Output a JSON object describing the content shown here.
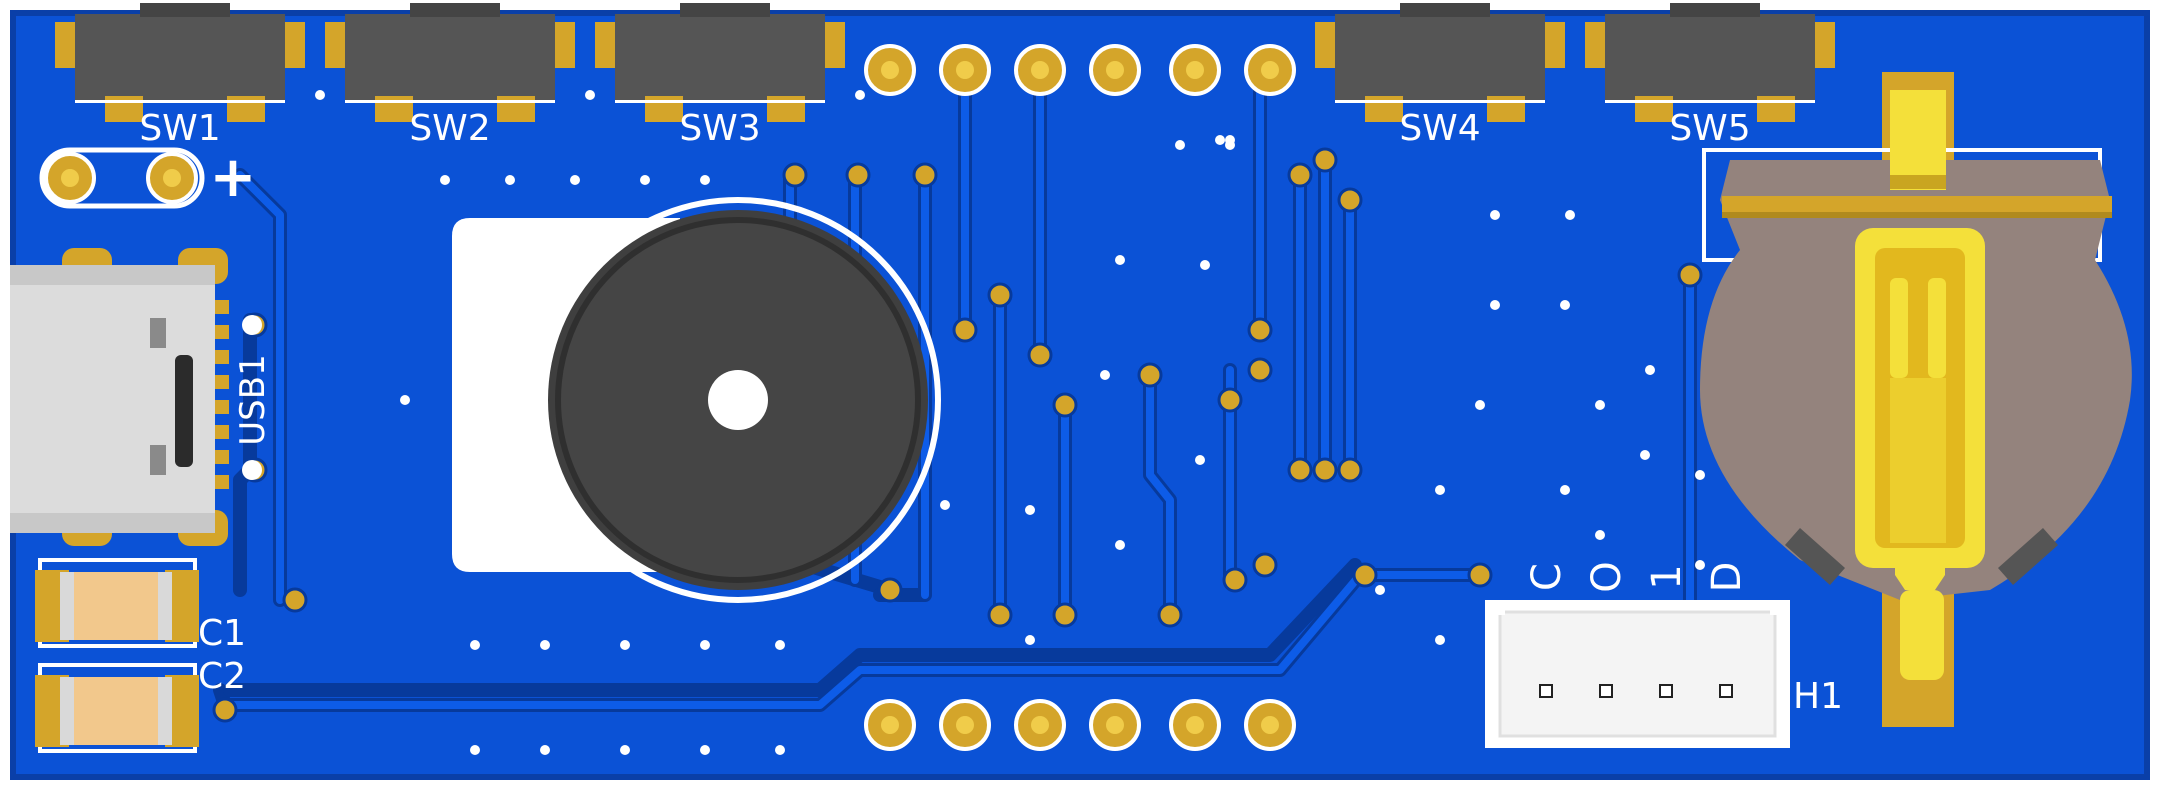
{
  "board": {
    "colors": {
      "substrate": "#0a3fa8",
      "copper_pour": "#0b52d6",
      "trace": "#0a45b8",
      "trace_edge": "#073a9c",
      "pad_gold": "#d4a52a",
      "pad_gold_light": "#f0cc4a",
      "silkscreen": "#ffffff",
      "switch_body": "#555555",
      "buzzer_body": "#3f3f3f",
      "battery_holder": "#94837d",
      "battery_clip": "#f4e03a",
      "capacitor": "#f2c88c",
      "usb_metal": "#d8d8d8"
    }
  },
  "switches": [
    {
      "ref": "SW1"
    },
    {
      "ref": "SW2"
    },
    {
      "ref": "SW3"
    },
    {
      "ref": "SW4"
    },
    {
      "ref": "SW5"
    }
  ],
  "power_connector": {
    "polarity": "+"
  },
  "usb": {
    "ref": "USB1"
  },
  "capacitors": [
    {
      "ref": "C1"
    },
    {
      "ref": "C2"
    }
  ],
  "header_h1": {
    "ref": "H1",
    "pins": [
      "C",
      "O",
      "1",
      "D"
    ]
  }
}
